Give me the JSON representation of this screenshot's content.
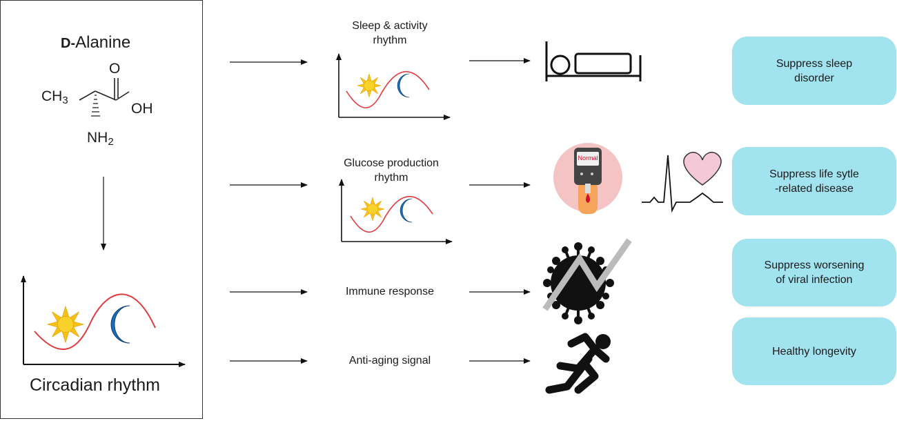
{
  "molecule": {
    "prefix": "D-",
    "name": "Alanine",
    "atom_o": "O",
    "atom_oh": "OH",
    "atom_ch": "CH",
    "sub_3": "3",
    "atom_nh": "NH",
    "sub_2": "2"
  },
  "circadian": {
    "label": "Circadian rhythm"
  },
  "pathways": [
    {
      "stage": "Sleep & activity\nrhythm",
      "icon": "bed-icon",
      "outcome": "Suppress sleep\ndisorder"
    },
    {
      "stage": "Glucose production\nrhythm",
      "icon": "glucose-meter-icon",
      "meter_text": "Normal",
      "extra_icon": "heart-ecg-icon",
      "outcome": "Suppress life sytle\n-related disease"
    },
    {
      "stage": "Immune response",
      "icon": "virus-icon",
      "outcome": "Suppress worsening\nof viral infection"
    },
    {
      "stage": "Anti-aging signal",
      "icon": "runner-icon",
      "outcome": "Healthy longevity"
    }
  ],
  "colors": {
    "outcome_box": "#a1e3ef",
    "wave": "#e03a3e",
    "sun": "#f6c21a",
    "moon": "#1a6fb8",
    "meter_circle": "#f4c4c4",
    "heart": "#f5c8d7"
  }
}
